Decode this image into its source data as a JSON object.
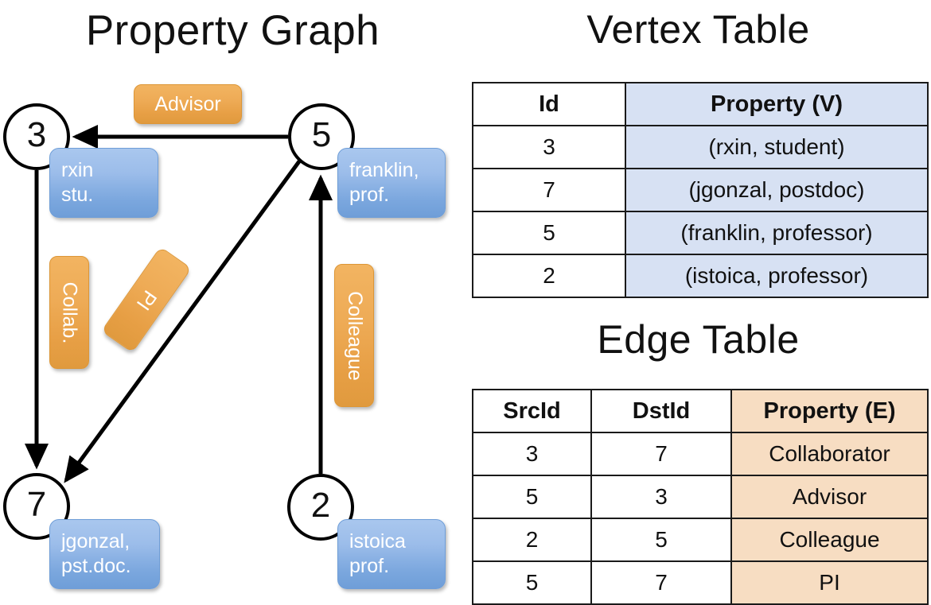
{
  "titles": {
    "graph": "Property Graph",
    "vertex_table": "Vertex Table",
    "edge_table": "Edge Table"
  },
  "graph": {
    "nodes": [
      {
        "id": "3",
        "property_line1": "rxin",
        "property_line2": "stu."
      },
      {
        "id": "5",
        "property_line1": "franklin,",
        "property_line2": "prof."
      },
      {
        "id": "7",
        "property_line1": "jgonzal,",
        "property_line2": "pst.doc."
      },
      {
        "id": "2",
        "property_line1": "istoica",
        "property_line2": "prof."
      }
    ],
    "edge_labels": [
      {
        "name": "advisor",
        "text": "Advisor"
      },
      {
        "name": "collab",
        "text": "Collab."
      },
      {
        "name": "pi",
        "text": "PI"
      },
      {
        "name": "colleague",
        "text": "Colleague"
      }
    ]
  },
  "vertex_table": {
    "headers": [
      "Id",
      "Property (V)"
    ],
    "rows": [
      [
        "3",
        "(rxin, student)"
      ],
      [
        "7",
        "(jgonzal, postdoc)"
      ],
      [
        "5",
        "(franklin, professor)"
      ],
      [
        "2",
        "(istoica, professor)"
      ]
    ]
  },
  "edge_table": {
    "headers": [
      "SrcId",
      "DstId",
      "Property (E)"
    ],
    "rows": [
      [
        "3",
        "7",
        "Collaborator"
      ],
      [
        "5",
        "3",
        "Advisor"
      ],
      [
        "2",
        "5",
        "Colleague"
      ],
      [
        "5",
        "7",
        "PI"
      ]
    ]
  },
  "colors": {
    "vertex_property_bg": "#d7e1f3",
    "edge_property_bg": "#f7ddc2",
    "node_box_blue": "#7ba7de",
    "edge_label_orange": "#e79f45",
    "border": "#1a1a1a"
  }
}
